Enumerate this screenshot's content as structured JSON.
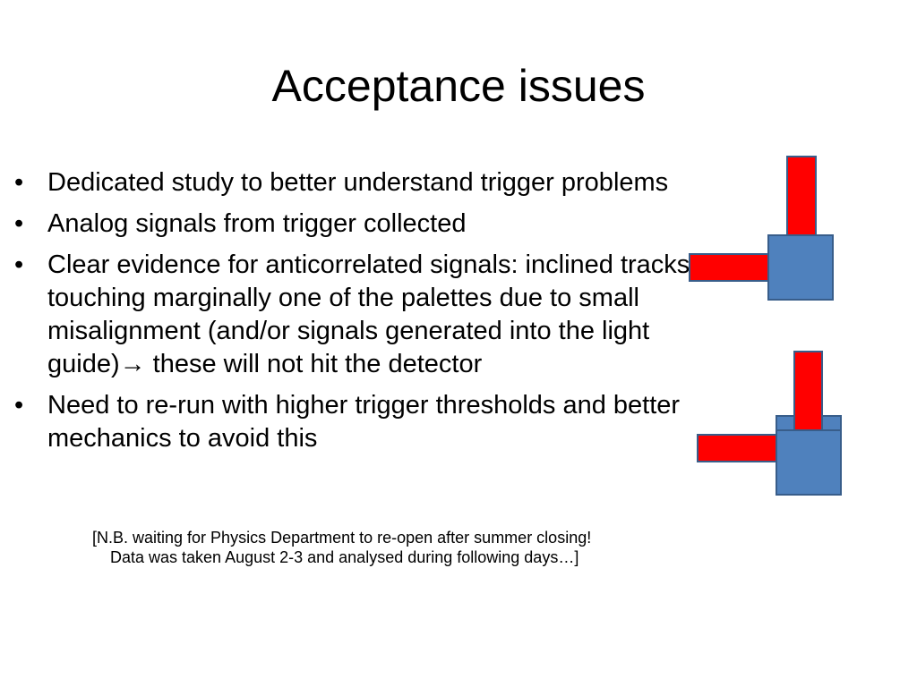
{
  "slide": {
    "title": "Acceptance issues",
    "bullets": [
      {
        "text": "Dedicated study to better understand trigger problems"
      },
      {
        "text": "Analog signals from trigger collected"
      },
      {
        "text_before": "Clear evidence for anticorrelated signals: inclined tracks touching marginally one of the palettes due to small misalignment (and/or signals generated into the light guide)",
        "arrow": "→",
        "text_after": " these will not hit the detector"
      },
      {
        "text": "Need to re-run with higher trigger thresholds and better mechanics to avoid this"
      }
    ],
    "note_line1": "[N.B. waiting for Physics Department to re-open after summer closing!",
    "note_line2": "Data was taken August 2-3 and analysed during following days…]",
    "bullet_char": "•"
  },
  "colors": {
    "red": "#ff0000",
    "blue": "#4f81bd",
    "blue_border": "#385d8a"
  }
}
